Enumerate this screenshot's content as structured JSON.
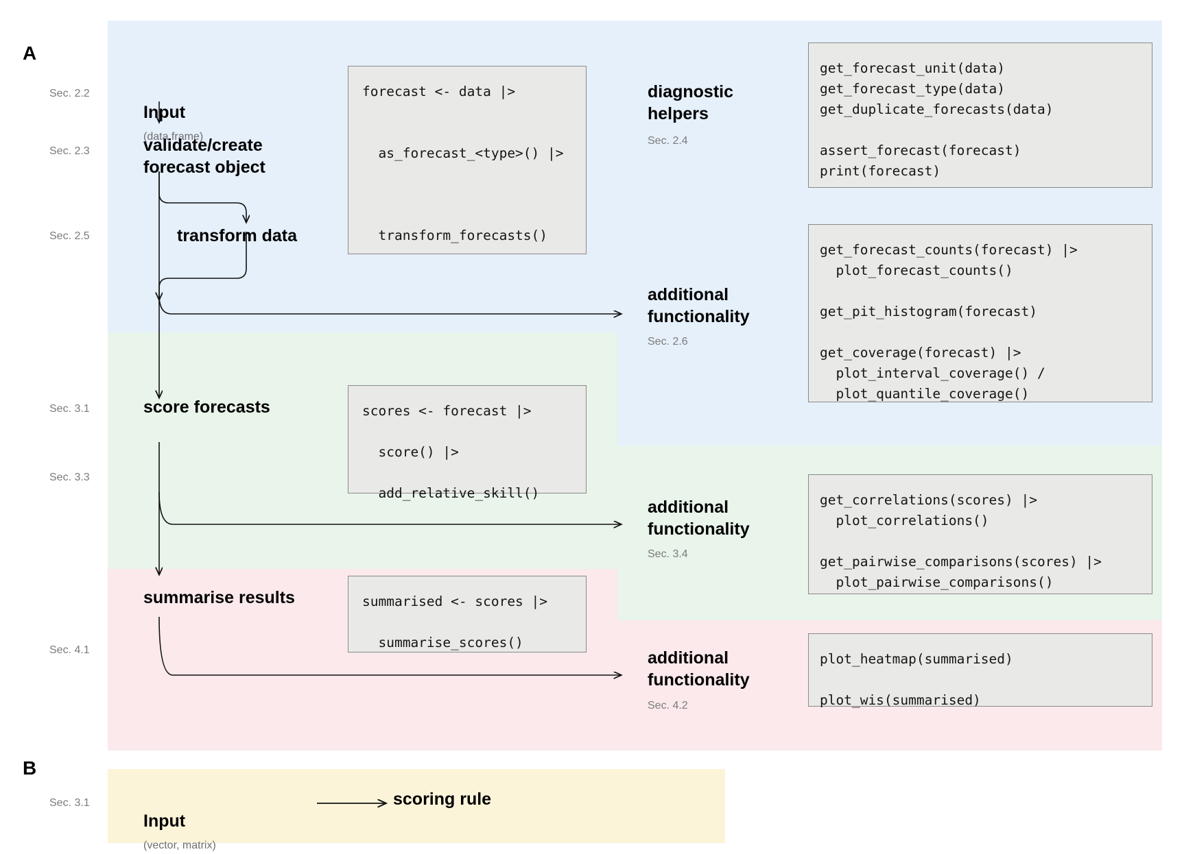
{
  "panels": {
    "a_letter": "A",
    "b_letter": "B"
  },
  "section_labels": {
    "sec_2_2": "Sec. 2.2",
    "sec_2_3": "Sec. 2.3",
    "sec_2_5": "Sec. 2.5",
    "sec_2_4": "Sec. 2.4",
    "sec_2_6": "Sec. 2.6",
    "sec_3_1": "Sec. 3.1",
    "sec_3_3": "Sec. 3.3",
    "sec_3_4": "Sec. 3.4",
    "sec_4_1": "Sec. 4.1",
    "sec_4_2": "Sec. 4.2",
    "sec_3_1_b": "Sec. 3.1"
  },
  "flow": {
    "input_label": "Input",
    "input_sub": "(data.frame)",
    "validate_label": "validate/create\nforecast object",
    "transform_label": "transform data",
    "score_label": "score forecasts",
    "summarise_label": "summarise results"
  },
  "right_headings": {
    "diagnostic_helpers": "diagnostic\nhelpers",
    "additional_functionality_2_6": "additional\nfunctionality",
    "additional_functionality_3_4": "additional\nfunctionality",
    "additional_functionality_4_2": "additional\nfunctionality"
  },
  "code_blocks": {
    "pipeline_create": [
      "forecast <- data |>",
      "",
      "",
      "  as_forecast_<type>() |>",
      "",
      "",
      "",
      "  transform_forecasts()"
    ],
    "diagnostics": [
      "get_forecast_unit(data)",
      "get_forecast_type(data)",
      "get_duplicate_forecasts(data)",
      "",
      "assert_forecast(forecast)",
      "print(forecast)"
    ],
    "additional_2_6": [
      "get_forecast_counts(forecast) |>",
      "  plot_forecast_counts()",
      "",
      "get_pit_histogram(forecast)",
      "",
      "get_coverage(forecast) |>",
      "  plot_interval_coverage() /",
      "  plot_quantile_coverage()"
    ],
    "scoring": [
      "scores <- forecast |>",
      "",
      "  score() |>",
      "",
      "  add_relative_skill()"
    ],
    "additional_3_4": [
      "get_correlations(scores) |>",
      "  plot_correlations()",
      "",
      "get_pairwise_comparisons(scores) |>",
      "  plot_pairwise_comparisons()"
    ],
    "summarise": [
      "summarised <- scores |>",
      "",
      "  summarise_scores()"
    ],
    "additional_4_2": [
      "plot_heatmap(summarised)",
      "",
      "plot_wis(summarised)"
    ]
  },
  "panel_b": {
    "input_label": "Input",
    "input_sub": "(vector, matrix)",
    "scoring_rule_label": "scoring rule"
  },
  "colors": {
    "band_blue": "#e6f0fb",
    "band_green": "#e9f4ea",
    "band_pink": "#fbe9ec",
    "band_yellow": "#fbf4d9",
    "code_bg": "#e9e9e7",
    "code_border": "#8a8a8a",
    "text": "#000000",
    "muted_text": "#7b7b7b"
  }
}
